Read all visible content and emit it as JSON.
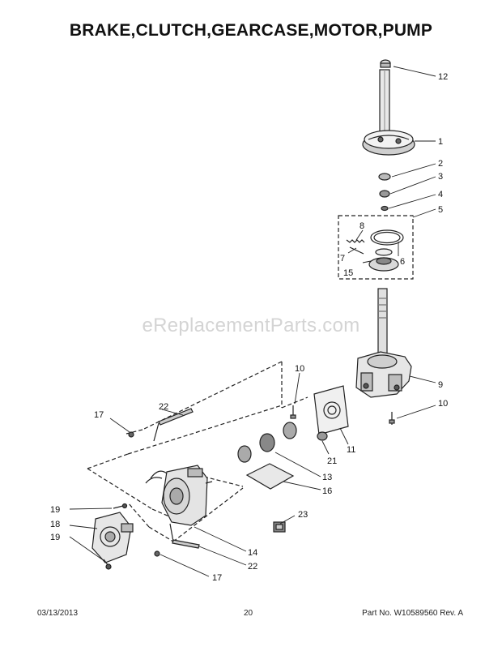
{
  "title": "BRAKE,CLUTCH,GEARCASE,MOTOR,PUMP",
  "watermark": "eReplacementParts.com",
  "footer": {
    "date": "03/13/2013",
    "page": "20",
    "part_number": "Part No. W10589560  Rev. A"
  },
  "callouts": {
    "c1": "1",
    "c2": "2",
    "c3": "3",
    "c4": "4",
    "c5": "5",
    "c6": "6",
    "c7": "7",
    "c8": "8",
    "c9": "9",
    "c10a": "10",
    "c10b": "10",
    "c11": "11",
    "c12": "12",
    "c13": "13",
    "c14": "14",
    "c15": "15",
    "c16": "16",
    "c17a": "17",
    "c17b": "17",
    "c18": "18",
    "c19a": "19",
    "c19b": "19",
    "c21a": "21",
    "c22a": "22",
    "c22b": "22",
    "c23": "23"
  }
}
